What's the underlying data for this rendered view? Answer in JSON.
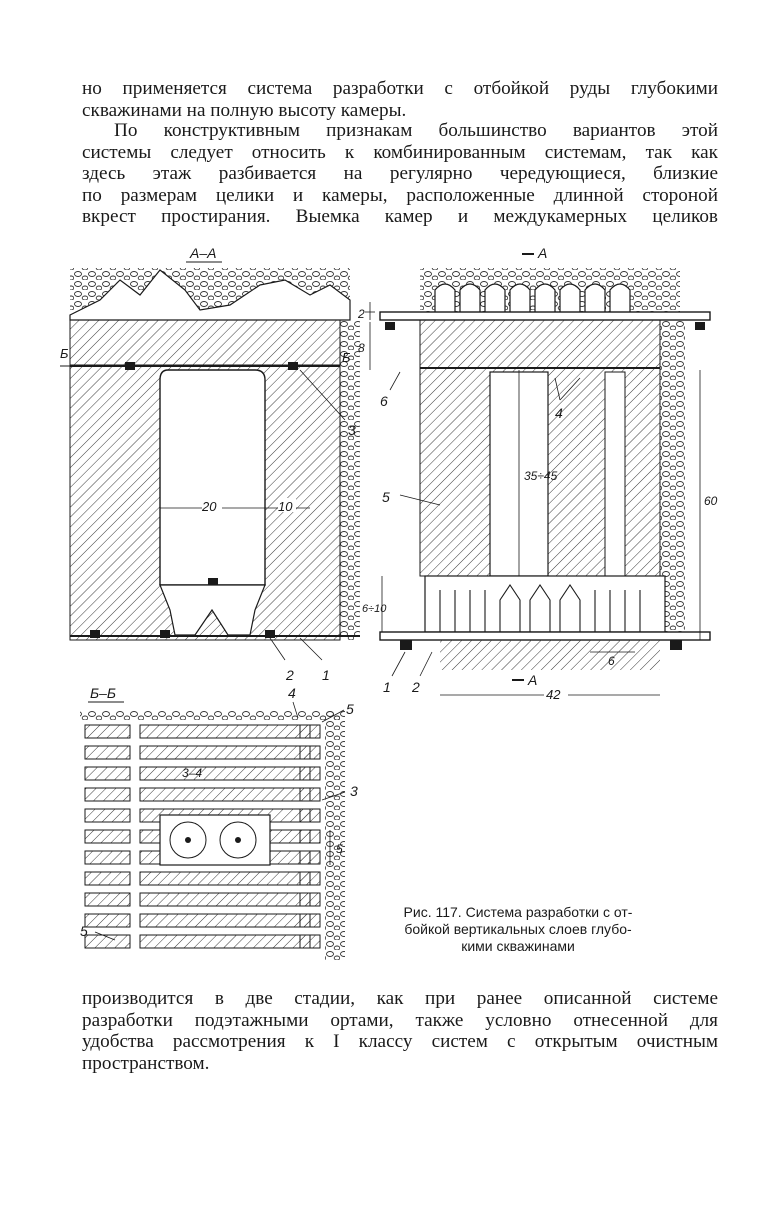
{
  "paragraph_top": [
    "но применяется система разработки с отбойкой руды глубокими",
    "скважинами на полную высоту камеры."
  ],
  "paragraph_middle": [
    "По конструктивным признакам большинство вариантов этой",
    "системы следует относить к комбинированным системам, так как",
    "здесь этаж разбивается на регулярно чередующиеся, близкие",
    "по размерам целики и камеры, расположенные длинной стороной",
    "вкрест простирания. Выемка камер и междукамерных целиков"
  ],
  "paragraph_bottom": [
    "производится в две стадии, как при ранее описанной системе",
    "разработки подэтажными ортами, также условно отнесенной для",
    "удобства рассмотрения к I классу систем с открытым очистным",
    "пространством."
  ],
  "caption": [
    "Рис. 117. Система разработки с от-",
    "бойкой вертикальных слоев глубо-",
    "кими скважинами"
  ],
  "figure": {
    "section_aa": {
      "title": "А–А",
      "section_marks": [
        "Б",
        "Б"
      ],
      "dims": [
        "20",
        "10"
      ],
      "labels": [
        "3",
        "2",
        "1"
      ]
    },
    "section_long": {
      "title": "А",
      "bottom_mark": "А",
      "dims": [
        "2",
        "8",
        "35÷45",
        "60",
        "6÷10",
        "6",
        "42"
      ],
      "labels": [
        "6",
        "4",
        "5",
        "1",
        "2"
      ]
    },
    "section_bb": {
      "title": "Б–Б",
      "dims": [
        "3–4",
        "5"
      ],
      "labels": [
        "4",
        "5",
        "3",
        "5"
      ]
    }
  }
}
